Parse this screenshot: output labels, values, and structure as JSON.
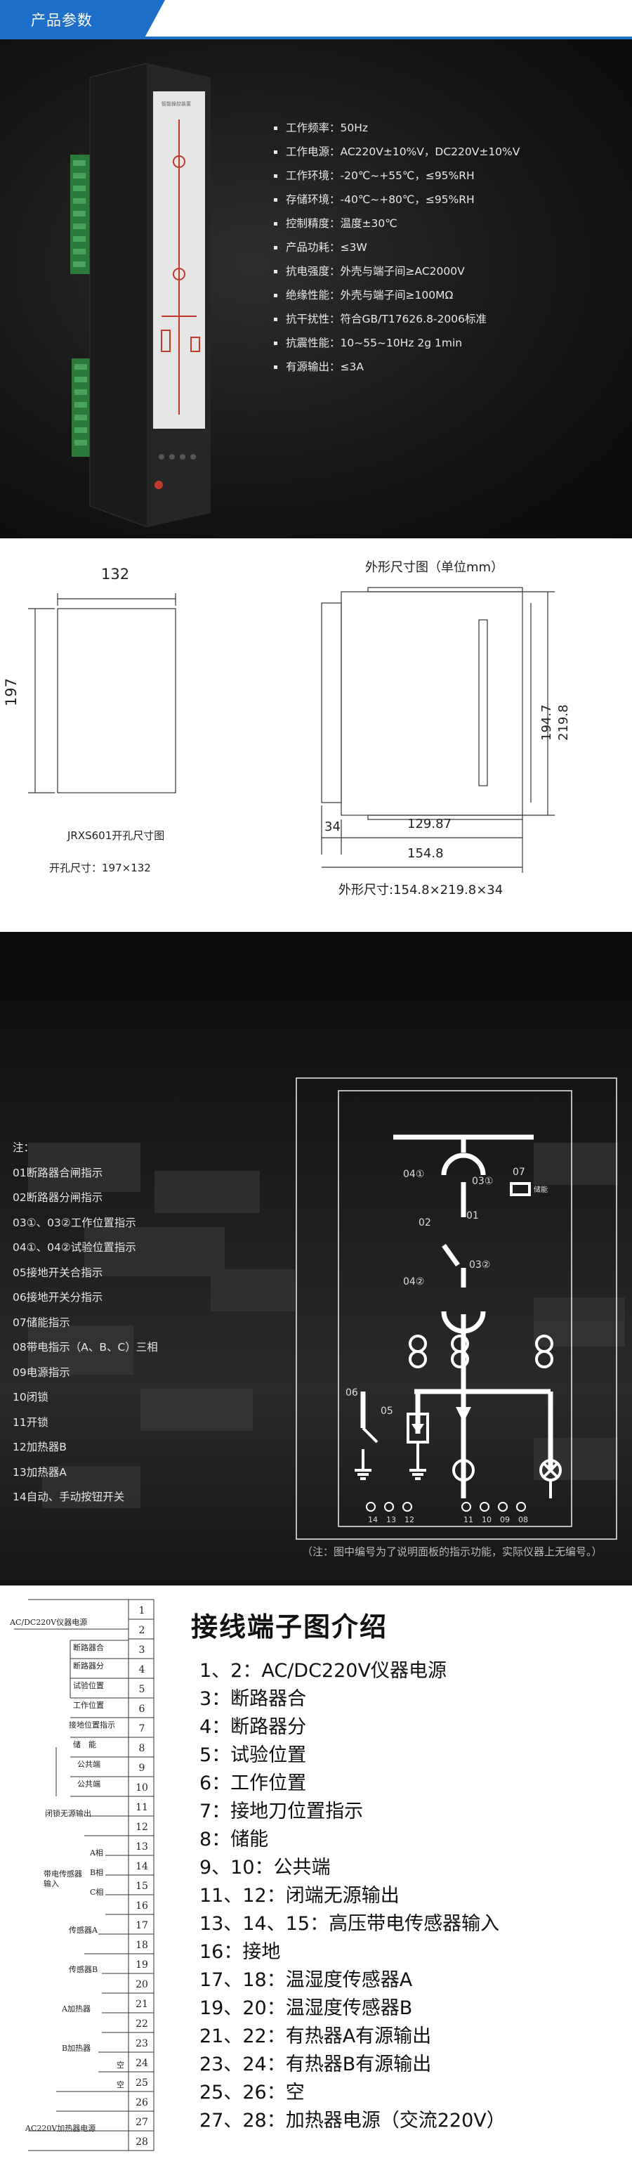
{
  "header": {
    "title": "产品参数"
  },
  "params": [
    "工作频率：50Hz",
    "工作电源：AC220V±10%V，DC220V±10%V",
    "工作环境：-20℃~+55℃，≤95%RH",
    "存储环境：-40℃~+80℃，≤95%RH",
    "控制精度：温度±30℃",
    "产品功耗：≤3W",
    "抗电强度：外壳与端子间≥AC2000V",
    "绝缘性能：外壳与端子间≥100MΩ",
    "抗干扰性：符合GB/T17626.8-2006标准",
    "抗震性能：10~55~10Hz 2g 1min",
    "有源输出：≤3A"
  ],
  "dims": {
    "cutout_width": "132",
    "cutout_height": "197",
    "cutout_title": "JRXS601开孔尺寸图",
    "cutout_size": "开孔尺寸：197×132",
    "outline_title": "外形尺寸图（单位mm）",
    "d_194": "194.7",
    "d_219": "219.8",
    "d_34": "34",
    "d_129": "129.87",
    "d_154": "154.8",
    "outline_size": "外形尺寸:154.8×219.8×34"
  },
  "notes": {
    "head": "注：",
    "items": [
      "01断路器合闸指示",
      "02断路器分闸指示",
      "03①、03②工作位置指示",
      "04①、04②试验位置指示",
      "05接地开关合指示",
      "06接地开关分指示",
      "07储能指示",
      "08带电指示（A、B、C）三相",
      "09电源指示",
      "10闭锁",
      "11开锁",
      "12加热器B",
      "13加热器A",
      "14自动、手动按钮开关"
    ],
    "footnote": "（注：图中编号为了说明面板的指示功能，实际仪器上无编号。）"
  },
  "diagram": {
    "l04a": "04①",
    "l03a": "03①",
    "l07": "07",
    "l07txt": "储能",
    "l02": "02",
    "l01": "01",
    "l04b": "04②",
    "l03b": "03②",
    "l06": "06",
    "l05": "05",
    "bottom": [
      "14",
      "13",
      "12",
      "11",
      "10",
      "09",
      "08"
    ]
  },
  "terminal": {
    "title": "接线端子图介绍",
    "items": [
      "1、2：AC/DC220V仪器电源",
      "3：断路器合",
      "4：断路器分",
      "5：试验位置",
      "6：工作位置",
      "7：接地刀位置指示",
      "8：储能",
      "9、10：公共端",
      "11、12：闭端无源输出",
      "13、14、15：高压带电传感器输入",
      "16：接地",
      "17、18：温湿度传感器A",
      "19、20：温湿度传感器B",
      "21、22：有热器A有源输出",
      "23、24：有热器B有源输出",
      "25、26：空",
      "27、28：加热器电源（交流220V）"
    ]
  },
  "wiring": {
    "n": [
      "1",
      "2",
      "3",
      "4",
      "5",
      "6",
      "7",
      "8",
      "9",
      "10",
      "11",
      "12",
      "13",
      "14",
      "15",
      "16",
      "17",
      "18",
      "19",
      "20",
      "21",
      "22",
      "23",
      "24",
      "25",
      "26",
      "27",
      "28"
    ],
    "labels": {
      "ac": "AC/DC220V仪器电源",
      "he": "断路器合",
      "fen": "断路器分",
      "test": "试验位置",
      "work": "工作位置",
      "gnd": "接地位置指示",
      "cn": "储　能",
      "com1": "公共端",
      "com2": "公共端",
      "lock": "闭锁无源输出",
      "a": "A相",
      "b": "B相",
      "c": "C相",
      "live": "带电传感器输入",
      "sa": "传感器A",
      "sb": "传感器B",
      "ha": "A加热器",
      "hb": "B加热器",
      "e1": "空",
      "e2": "空",
      "acr": "AC220V加热器电源"
    }
  }
}
